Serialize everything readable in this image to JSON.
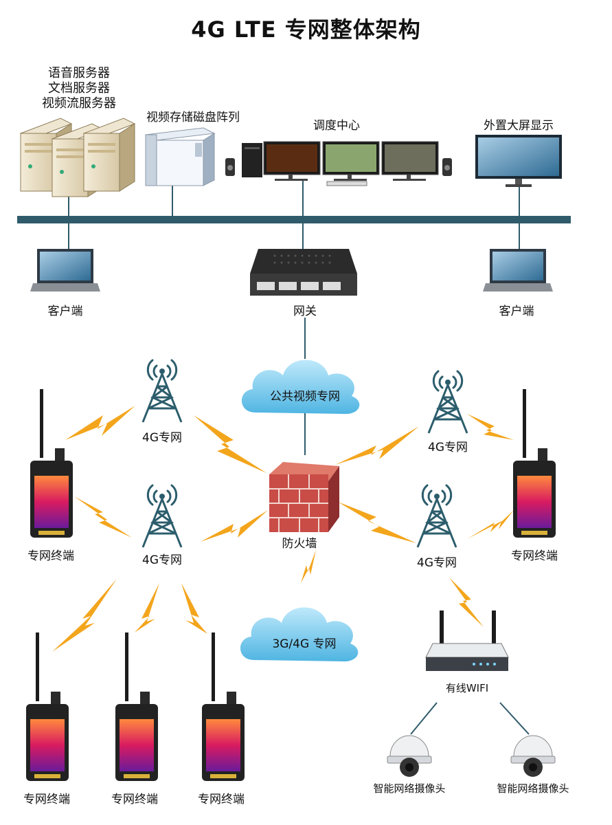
{
  "title": "4G LTE 专网整体架构",
  "servers": {
    "line1": "语音服务器",
    "line2": "文档服务器",
    "line3": "视频流服务器"
  },
  "storage_label": "视频存储磁盘阵列",
  "dispatch_label": "调度中心",
  "display_label": "外置大屏显示",
  "client_left": "客户端",
  "client_right": "客户端",
  "gateway_label": "网关",
  "cloud_public": "公共视频专网",
  "cloud_3g4g": "3G/4G 专网",
  "firewall_label": "防火墙",
  "towers": {
    "tl": "4G专网",
    "ml": "4G专网",
    "tr": "4G专网",
    "mr": "4G专网"
  },
  "terminals": {
    "left": "专网终端",
    "right": "专网终端",
    "b1": "专网终端",
    "b2": "专网终端",
    "b3": "专网终端"
  },
  "wifi_label": "有线WIFI",
  "camera_left": "智能网络摄像头",
  "camera_right": "智能网络摄像头",
  "colors": {
    "bus": "#2f5b6b",
    "tower": "#2c5d6c",
    "bolt": "#f3a51c",
    "cloud": "#62c3e8",
    "brick": "#c14a4a"
  }
}
